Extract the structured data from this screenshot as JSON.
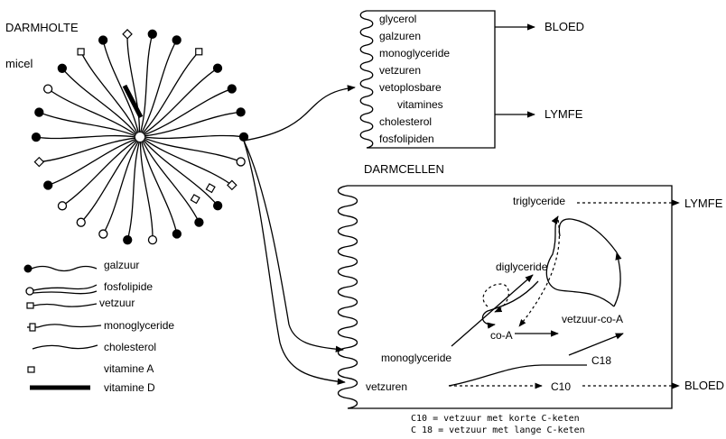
{
  "labels": {
    "darmholte": "DARMHOLTE",
    "micel": "micel",
    "darmcellen": "DARMCELLEN",
    "bloed": "BLOED",
    "lymfe": "LYMFE"
  },
  "absorbed_list": [
    "glycerol",
    "galzuren",
    "monoglyceride",
    "vetzuren",
    "vetoplosbare",
    "vitamines",
    "cholesterol",
    "fosfolipiden"
  ],
  "legend": [
    {
      "label": "galzuur",
      "symbol": "filled-circle"
    },
    {
      "label": "fosfolipide",
      "symbol": "open-circle-double-tail"
    },
    {
      "label": "vetzuur",
      "symbol": "small-open-square"
    },
    {
      "label": "monoglyceride",
      "symbol": "square-on-line"
    },
    {
      "label": "cholesterol",
      "symbol": "wavy-line"
    },
    {
      "label": "vitamine A",
      "symbol": "small-open-square"
    },
    {
      "label": "vitamine D",
      "symbol": "thick-bar"
    }
  ],
  "cell_labels": {
    "triglyceride": "triglyceride",
    "lymfe_out": "LYMFE",
    "diglyceride": "diglyceride",
    "co_a": "co-A",
    "vetzuur_co_a": "vetzuur-co-A",
    "monoglyceride": "monoglyceride",
    "c18": "C18",
    "vetzuren": "vetzuren",
    "c10": "C10",
    "bloed_out": "BLOED"
  },
  "footnotes": [
    "C10 = vetzuur met korte C-keten",
    "C 18 = vetzuur met lange C-keten"
  ]
}
